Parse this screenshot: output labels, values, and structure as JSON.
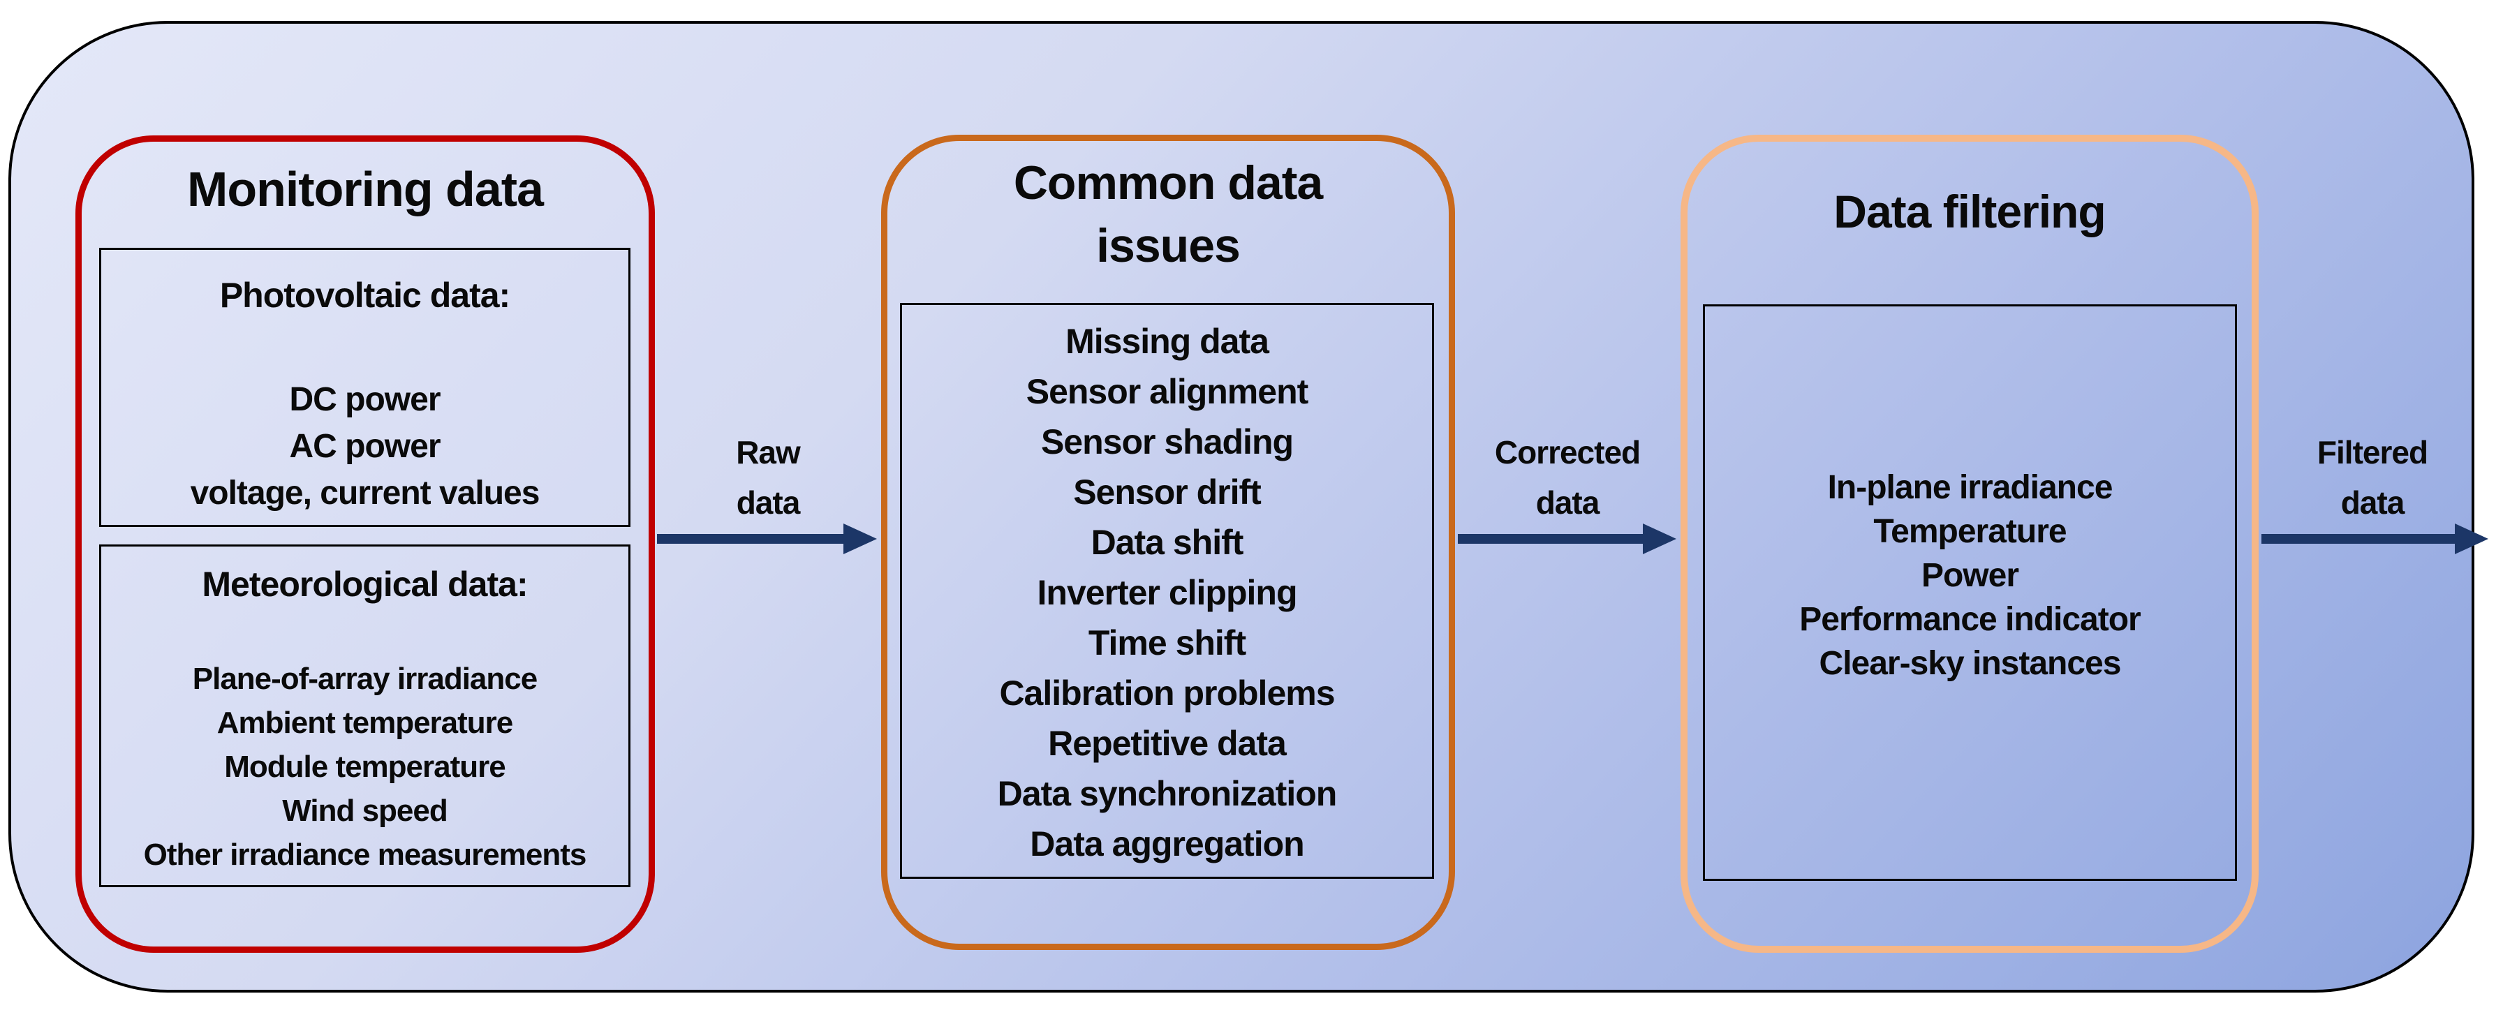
{
  "colors": {
    "monitoring_border": "#c00000",
    "issues_border": "#c9691c",
    "filtering_border": "#f6b787",
    "arrow": "#1c3667",
    "background_gradient_start": "#e4e8f8",
    "background_gradient_end": "#8da4df",
    "text": "#0a0a0a"
  },
  "panels": {
    "monitoring": {
      "title": "Monitoring data",
      "photovoltaic": {
        "heading": "Photovoltaic data:",
        "items": [
          "DC power",
          "AC power",
          "voltage, current values"
        ]
      },
      "meteorological": {
        "heading": "Meteorological data:",
        "items": [
          "Plane-of-array irradiance",
          "Ambient temperature",
          "Module temperature",
          "Wind speed",
          "Other irradiance measurements"
        ]
      }
    },
    "issues": {
      "title_line1": "Common data",
      "title_line2": "issues",
      "items": [
        "Missing data",
        "Sensor alignment",
        "Sensor shading",
        "Sensor drift",
        "Data shift",
        "Inverter clipping",
        "Time shift",
        "Calibration problems",
        "Repetitive data",
        "Data synchronization",
        "Data aggregation"
      ]
    },
    "filtering": {
      "title": "Data filtering",
      "items": [
        "In-plane irradiance",
        "Temperature",
        "Power",
        "Performance indicator",
        "Clear-sky instances"
      ]
    }
  },
  "arrows": [
    {
      "label_line1": "Raw",
      "label_line2": "data"
    },
    {
      "label_line1": "Corrected",
      "label_line2": "data"
    },
    {
      "label_line1": "Filtered",
      "label_line2": "data"
    }
  ]
}
